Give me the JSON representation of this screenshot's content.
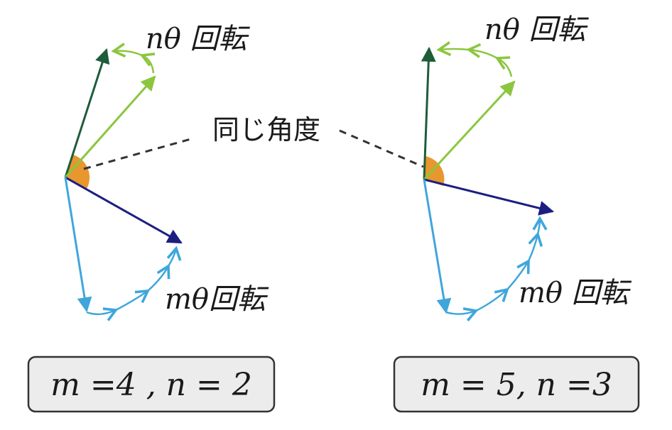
{
  "colors": {
    "dark_green": "#1e5c3a",
    "light_green": "#8cc63f",
    "dark_blue": "#1c1e82",
    "light_blue": "#3fa6dc",
    "angle_fill": "#e8962e",
    "box_fill": "#ececec",
    "box_stroke": "#333333"
  },
  "labels": {
    "same_angle": "同じ角度",
    "left": {
      "n_rot": "nθ 回転",
      "m_rot": "mθ回転",
      "params": "m =4 , n = 2"
    },
    "right": {
      "n_rot": "nθ 回転",
      "m_rot": "mθ 回転",
      "params": "m = 5, n =3"
    }
  }
}
